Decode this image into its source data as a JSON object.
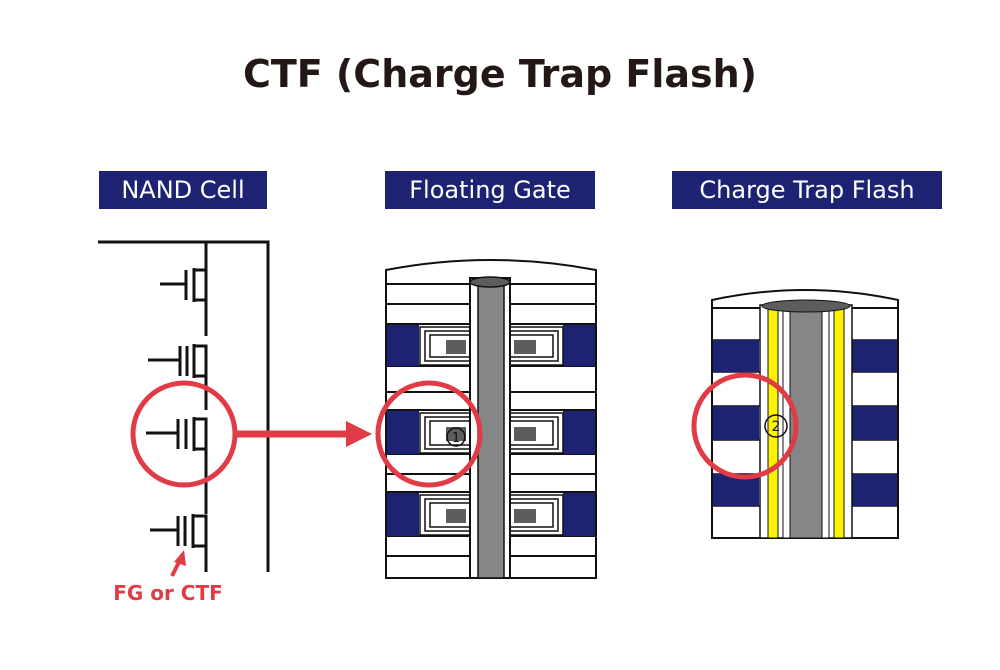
{
  "title": "CTF (Charge Trap Flash)",
  "labels": {
    "nand_cell": "NAND Cell",
    "floating_gate": "Floating Gate",
    "charge_trap_flash": "Charge Trap Flash"
  },
  "callout": "FG or CTF",
  "markers": {
    "floating_gate": "1",
    "charge_trap": "2"
  },
  "colors": {
    "navy": "#1d2372",
    "highlight_red": "#e03c46",
    "gray": "#868686",
    "dark_gray": "#5d5d5d",
    "yellow": "#fff200",
    "black": "#111111"
  }
}
